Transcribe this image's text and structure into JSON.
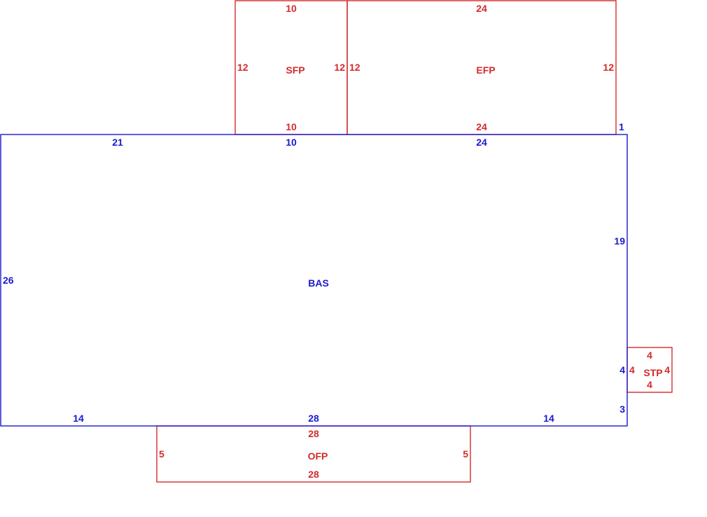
{
  "colors": {
    "main_structure": "#1a1acc",
    "additions": "#d42a2a",
    "background": "#ffffff"
  },
  "areas": {
    "bas": {
      "code": "BAS",
      "color": "#1a1acc",
      "dims": {
        "top_left": "21",
        "top_mid": "10",
        "top_right": "24",
        "jog": "1",
        "right_upper": "19",
        "right_mid": "4",
        "right_lower": "3",
        "bottom_left": "14",
        "bottom_mid": "28",
        "bottom_right": "14",
        "left": "26"
      }
    },
    "sfp": {
      "code": "SFP",
      "color": "#d42a2a",
      "dims": {
        "top": "10",
        "bottom": "10",
        "left": "12",
        "right": "12"
      }
    },
    "efp": {
      "code": "EFP",
      "color": "#d42a2a",
      "dims": {
        "top": "24",
        "bottom": "24",
        "left": "12",
        "right": "12"
      }
    },
    "ofp": {
      "code": "OFP",
      "color": "#d42a2a",
      "dims": {
        "top": "28",
        "bottom": "28",
        "left": "5",
        "right": "5"
      }
    },
    "stp": {
      "code": "STP",
      "color": "#d42a2a",
      "dims": {
        "top": "4",
        "bottom": "4",
        "left": "4",
        "right": "4"
      }
    }
  }
}
